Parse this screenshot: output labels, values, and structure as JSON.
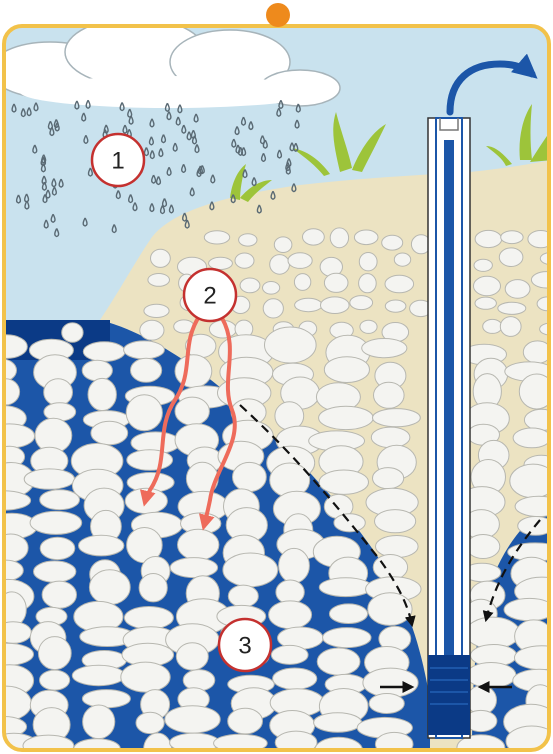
{
  "colors": {
    "frame": "#f2c24a",
    "frame_dot": "#ee8a1c",
    "sky": "#c9e2ee",
    "cloud": "#ffffff",
    "rain": "#5a6a74",
    "dry_soil": "#ece3c2",
    "pebble": "#f4f4f1",
    "pebble_outline": "#b7b7b0",
    "water": "#1c56a8",
    "water_dark": "#0b3a86",
    "grass": "#9dc43a",
    "infiltration_arrow": "#ee6b5b",
    "flow_arrow": "#111111",
    "pump_arrow": "#1c56a8",
    "well_pipe": "#1c56a8",
    "label_ring": "#c4312f"
  },
  "icons": {
    "cloud": "cloud-icon",
    "rain": "rain-drops-icon",
    "infiltration": "wavy-arrow-down-icon",
    "groundwater_flow": "dashed-arrow-icon",
    "pump_outflow": "curved-arrow-icon",
    "well": "well-pipe-icon"
  },
  "labels": {
    "precipitation": "1",
    "infiltration": "2",
    "groundwater": "3"
  }
}
